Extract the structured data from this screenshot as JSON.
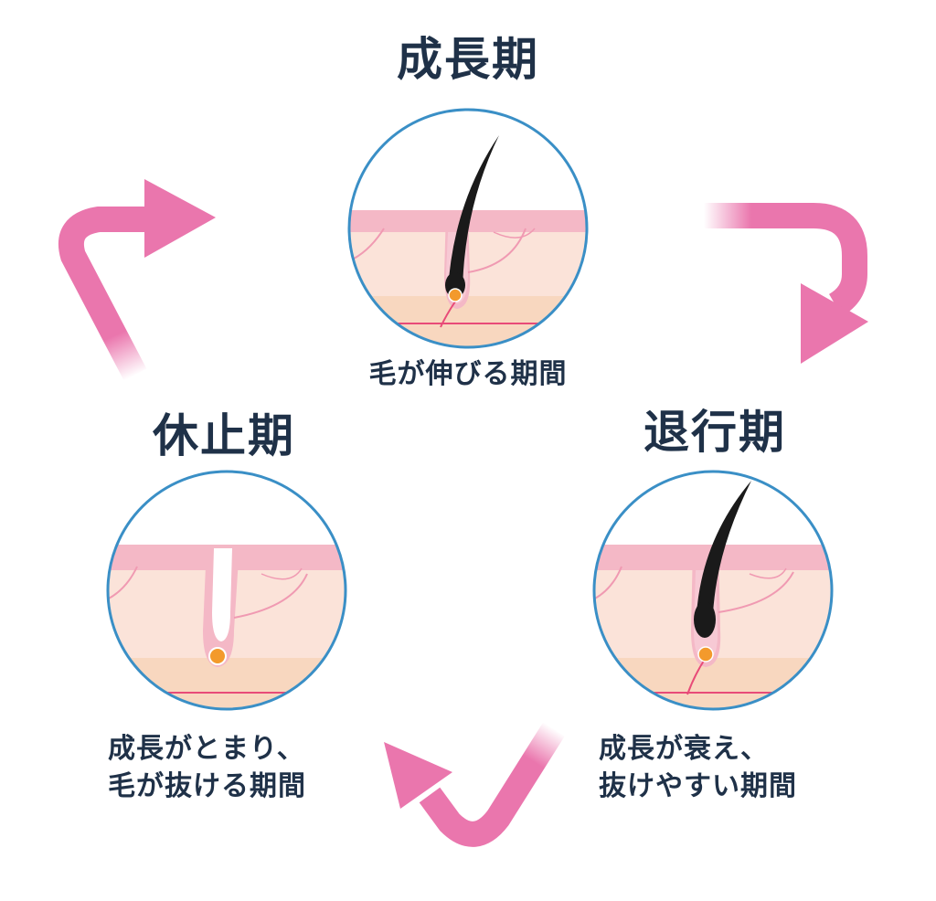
{
  "phases": {
    "growth": {
      "title": "成長期",
      "desc": [
        "毛が伸びる期間"
      ]
    },
    "catagen": {
      "title": "退行期",
      "desc": [
        "成長が衰え、",
        "抜けやすい期間"
      ]
    },
    "telogen": {
      "title": "休止期",
      "desc": [
        "成長がとまり、",
        "毛が抜ける期間"
      ]
    }
  },
  "colors": {
    "text": "#1f3148",
    "arrow": "#ea76ad",
    "circle_border": "#3a8fc6",
    "skin_top": "#f4b8c6",
    "skin_mid": "#fbe3d9",
    "skin_low": "#f8d7bf",
    "bulb": "#f39a2c",
    "hair": "#1a1a1a",
    "vessel": "#e84b78"
  }
}
